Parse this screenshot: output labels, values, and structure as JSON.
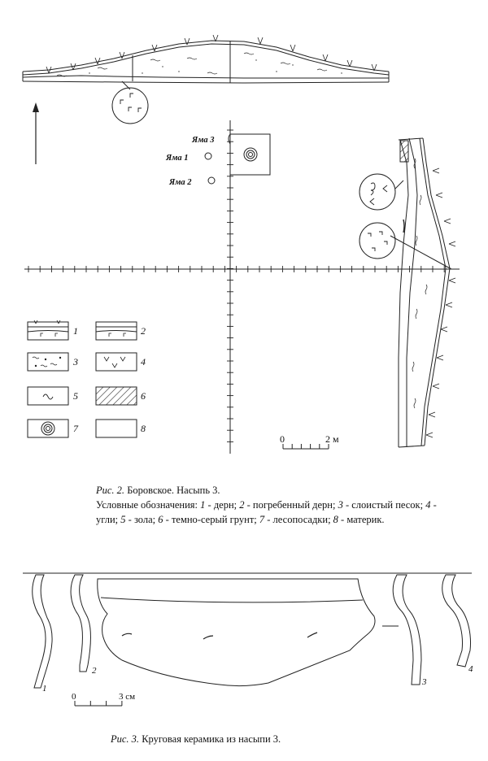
{
  "figure2": {
    "pit_labels": {
      "pit3": "Яма 3",
      "pit1": "Яма 1",
      "pit2": "Яма 2"
    },
    "scale_bar": {
      "zero": "0",
      "end": "2 м"
    },
    "legend": [
      {
        "num": "1",
        "kind": "sod"
      },
      {
        "num": "2",
        "kind": "buried-sod"
      },
      {
        "num": "3",
        "kind": "layered-sand"
      },
      {
        "num": "4",
        "kind": "charcoal"
      },
      {
        "num": "5",
        "kind": "ash"
      },
      {
        "num": "6",
        "kind": "dark-grey-soil"
      },
      {
        "num": "7",
        "kind": "forest-planting"
      },
      {
        "num": "8",
        "kind": "subsoil"
      }
    ],
    "caption": {
      "fig_label": "Рис. 2.",
      "title": " Боровское. Насыпь 3.",
      "legend_intro": "Условные обозначения: ",
      "items": [
        {
          "num": "1",
          "text": " - дерн; "
        },
        {
          "num": "2",
          "text": " - погребенный дерн; "
        },
        {
          "num": "3",
          "text": " - слоистый песок; "
        },
        {
          "num": "4",
          "text": " - угли; "
        },
        {
          "num": "5",
          "text": " - зола; "
        },
        {
          "num": "6",
          "text": " - темно-серый грунт; "
        },
        {
          "num": "7",
          "text": " - лесопосадки; "
        },
        {
          "num": "8",
          "text": " - материк."
        }
      ]
    }
  },
  "figure3": {
    "sherd_labels": [
      "1",
      "2",
      "3",
      "4"
    ],
    "scale_bar": {
      "zero": "0",
      "end": "3 см"
    },
    "caption": {
      "fig_label": "Рис. 3.",
      "title": " Круговая керамика из насыпи 3."
    }
  }
}
